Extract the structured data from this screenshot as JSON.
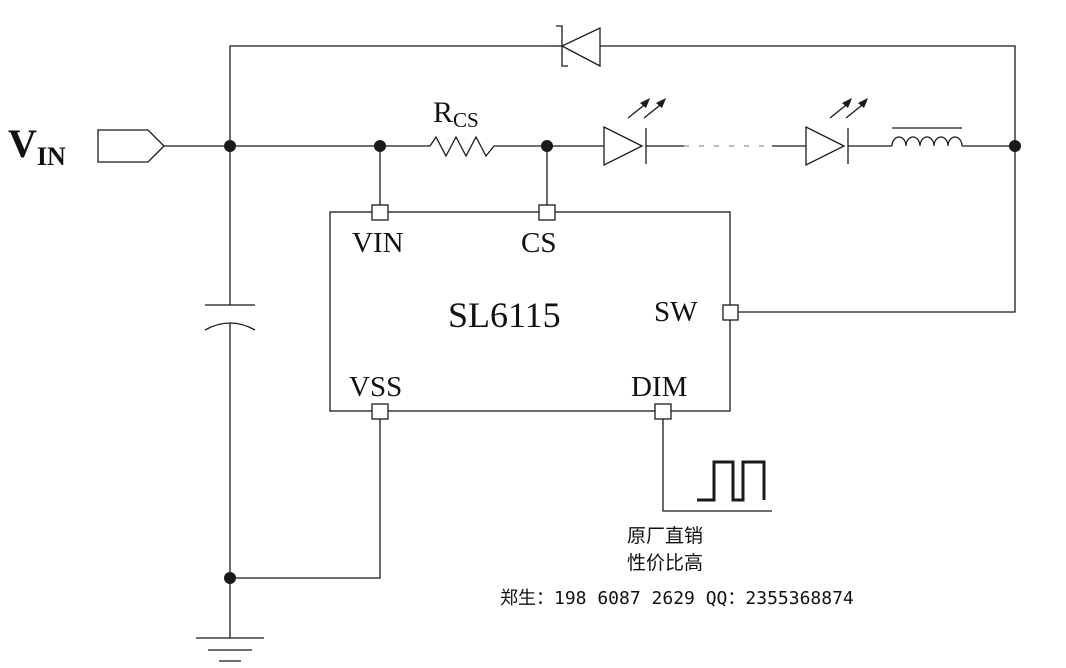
{
  "input_label": {
    "main": "V",
    "sub": "IN"
  },
  "resistor_label": {
    "main": "R",
    "sub": "CS"
  },
  "chip": {
    "name": "SL6115",
    "pins": {
      "vin": "VIN",
      "cs": "CS",
      "sw": "SW",
      "vss": "VSS",
      "dim": "DIM"
    }
  },
  "ad": {
    "line1": "原厂直销",
    "line2": "性价比高",
    "contact": "郑生：198 6087 2629 QQ：2355368874"
  },
  "colors": {
    "wire": "#1a1a1a",
    "background": "#ffffff",
    "led_dash": "#bdbdbd"
  }
}
